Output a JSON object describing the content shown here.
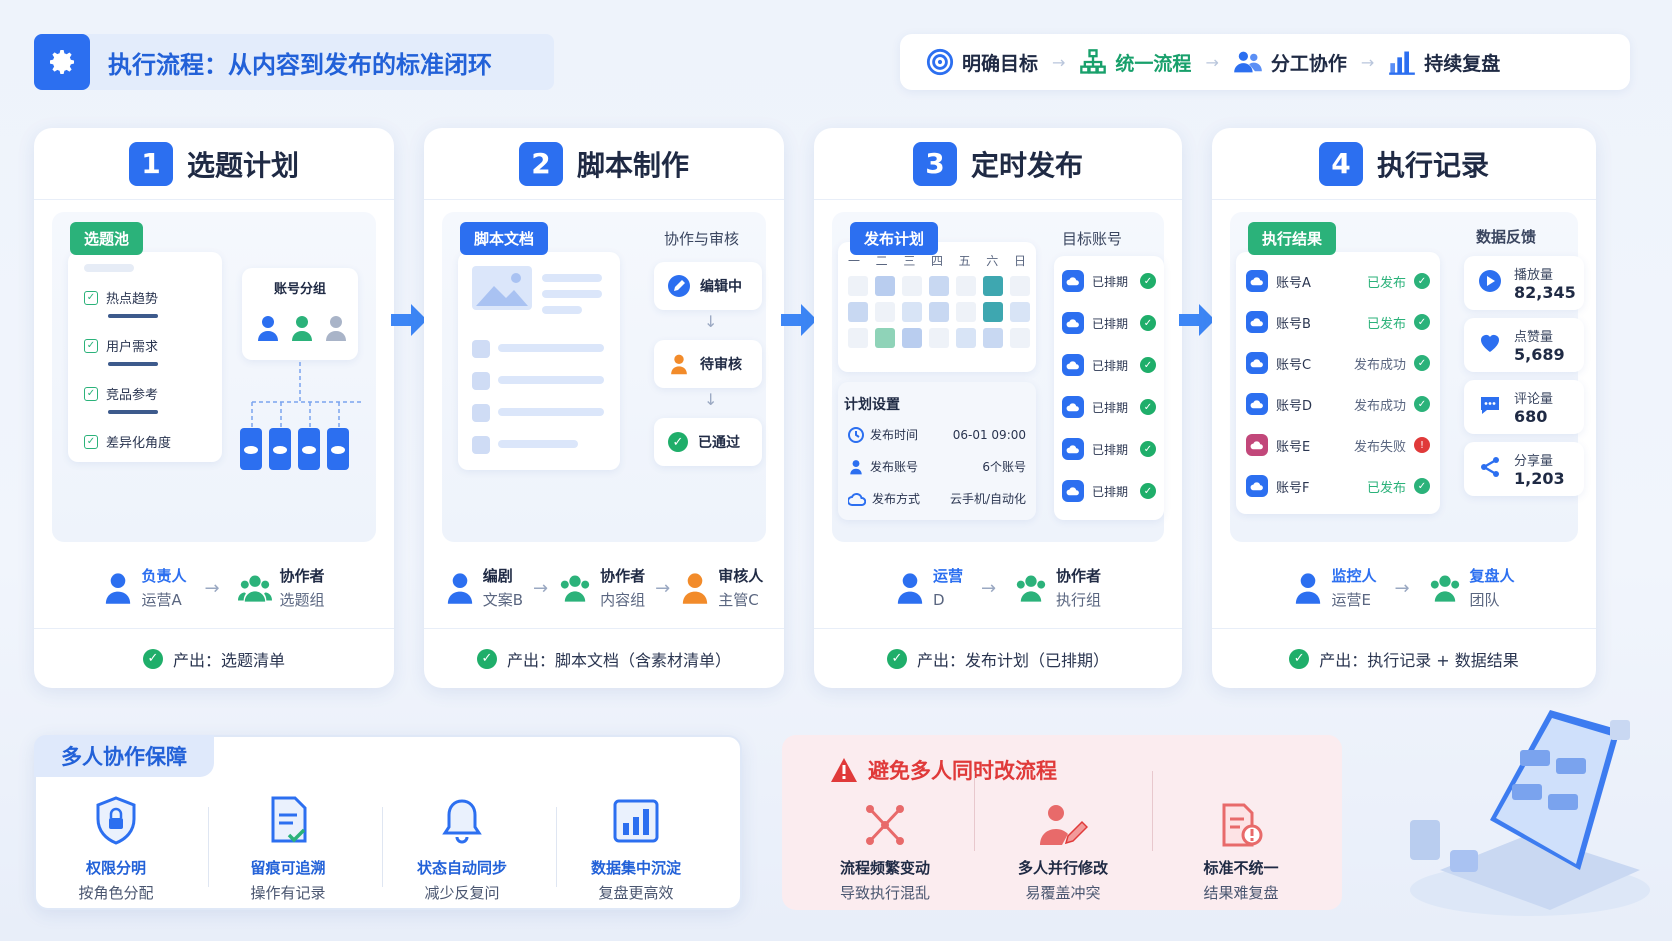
{
  "header": {
    "title": "执行流程：从内容到发布的标准闭环"
  },
  "top_steps": [
    {
      "label": "明确目标",
      "icon": "target-icon"
    },
    {
      "label": "统一流程",
      "icon": "flow-icon"
    },
    {
      "label": "分工协作",
      "icon": "team-icon"
    },
    {
      "label": "持续复盘",
      "icon": "chart-icon"
    }
  ],
  "cards": [
    {
      "num": "1",
      "title": "选题计划",
      "tag": "选题池",
      "pool_items": [
        "热点趋势",
        "用户需求",
        "竞品参考",
        "差异化角度"
      ],
      "group_title": "账号分组",
      "roles": [
        {
          "title": "负责人",
          "name": "运营A"
        },
        {
          "title": "协作者",
          "name": "选题组"
        }
      ],
      "output": "产出：选题清单"
    },
    {
      "num": "2",
      "title": "脚本制作",
      "tag": "脚本文档",
      "review_title": "协作与审核",
      "review_steps": [
        "编辑中",
        "待审核",
        "已通过"
      ],
      "roles": [
        {
          "title": "编剧",
          "name": "文案B"
        },
        {
          "title": "协作者",
          "name": "内容组"
        },
        {
          "title": "审核人",
          "name": "主管C"
        }
      ],
      "output": "产出：脚本文档（含素材清单）"
    },
    {
      "num": "3",
      "title": "定时发布",
      "tag": "发布计划",
      "calendar_days": [
        "一",
        "二",
        "三",
        "四",
        "五",
        "六",
        "日"
      ],
      "target_title": "目标账号",
      "target_statuses": [
        "已排期",
        "已排期",
        "已排期",
        "已排期",
        "已排期",
        "已排期"
      ],
      "settings_title": "计划设置",
      "settings": [
        {
          "label": "发布时间",
          "value": "06-01 09:00"
        },
        {
          "label": "发布账号",
          "value": "6个账号"
        },
        {
          "label": "发布方式",
          "value": "云手机/自动化"
        }
      ],
      "roles": [
        {
          "title": "运营",
          "name": "D"
        },
        {
          "title": "协作者",
          "name": "执行组"
        }
      ],
      "output": "产出：发布计划（已排期）"
    },
    {
      "num": "4",
      "title": "执行记录",
      "tag": "执行结果",
      "accounts": [
        {
          "name": "账号A",
          "status": "已发布",
          "ok": true
        },
        {
          "name": "账号B",
          "status": "已发布",
          "ok": true
        },
        {
          "name": "账号C",
          "status": "发布成功",
          "ok": true
        },
        {
          "name": "账号D",
          "status": "发布成功",
          "ok": true
        },
        {
          "name": "账号E",
          "status": "发布失败",
          "ok": false
        },
        {
          "name": "账号F",
          "status": "已发布",
          "ok": true
        }
      ],
      "feedback_title": "数据反馈",
      "stats": [
        {
          "label": "播放量",
          "value": "82,345",
          "icon": "play-icon"
        },
        {
          "label": "点赞量",
          "value": "5,689",
          "icon": "heart-icon"
        },
        {
          "label": "评论量",
          "value": "680",
          "icon": "comment-icon"
        },
        {
          "label": "分享量",
          "value": "1,203",
          "icon": "share-icon"
        }
      ],
      "roles": [
        {
          "title": "监控人",
          "name": "运营E"
        },
        {
          "title": "复盘人",
          "name": "团队"
        }
      ],
      "output": "产出：执行记录 + 数据结果"
    }
  ],
  "guarantee": {
    "title": "多人协作保障",
    "items": [
      {
        "title": "权限分明",
        "desc": "按角色分配",
        "icon": "shield-lock-icon"
      },
      {
        "title": "留痕可追溯",
        "desc": "操作有记录",
        "icon": "document-check-icon"
      },
      {
        "title": "状态自动同步",
        "desc": "减少反复问",
        "icon": "bell-icon"
      },
      {
        "title": "数据集中沉淀",
        "desc": "复盘更高效",
        "icon": "bar-chart-icon"
      }
    ]
  },
  "risk": {
    "title": "避免多人同时改流程",
    "items": [
      {
        "title": "流程频繁变动",
        "desc": "导致执行混乱",
        "icon": "scatter-icon"
      },
      {
        "title": "多人并行修改",
        "desc": "易覆盖冲突",
        "icon": "person-edit-icon"
      },
      {
        "title": "标准不统一",
        "desc": "结果难复盘",
        "icon": "doc-warning-icon"
      }
    ]
  },
  "colors": {
    "primary": "#2c6ff0",
    "green": "#2bb27a",
    "red": "#e03a3a"
  }
}
